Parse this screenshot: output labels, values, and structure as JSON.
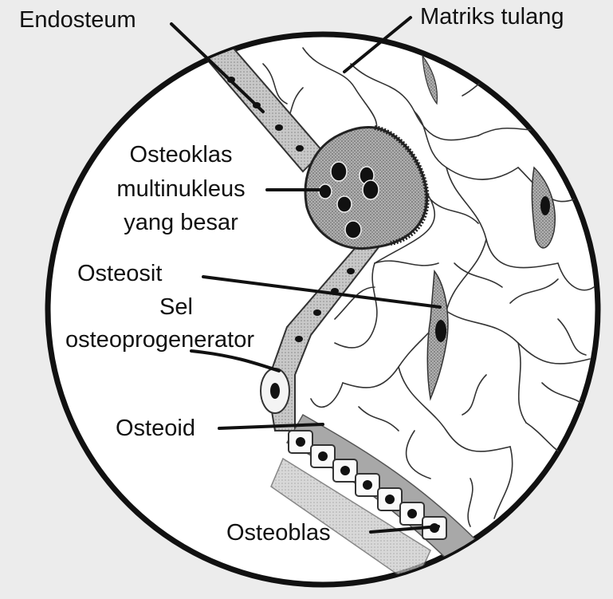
{
  "labels": {
    "endosteum": "Endosteum",
    "matriks_tulang": "Matriks tulang",
    "osteoklas_line1": "Osteoklas",
    "osteoklas_line2": "multinukleus",
    "osteoklas_line3": "yang besar",
    "osteosit": "Osteosit",
    "sel_line1": "Sel",
    "sel_line2": "osteoprogenerator",
    "osteoid": "Osteoid",
    "osteoblas": "Osteoblas"
  },
  "colors": {
    "outline": "#111111",
    "matrix_background": "#ffffff",
    "cell_fill": "#9a9a9a",
    "osteoid_band": "#a8a8a8",
    "page_background": "#ececec"
  }
}
